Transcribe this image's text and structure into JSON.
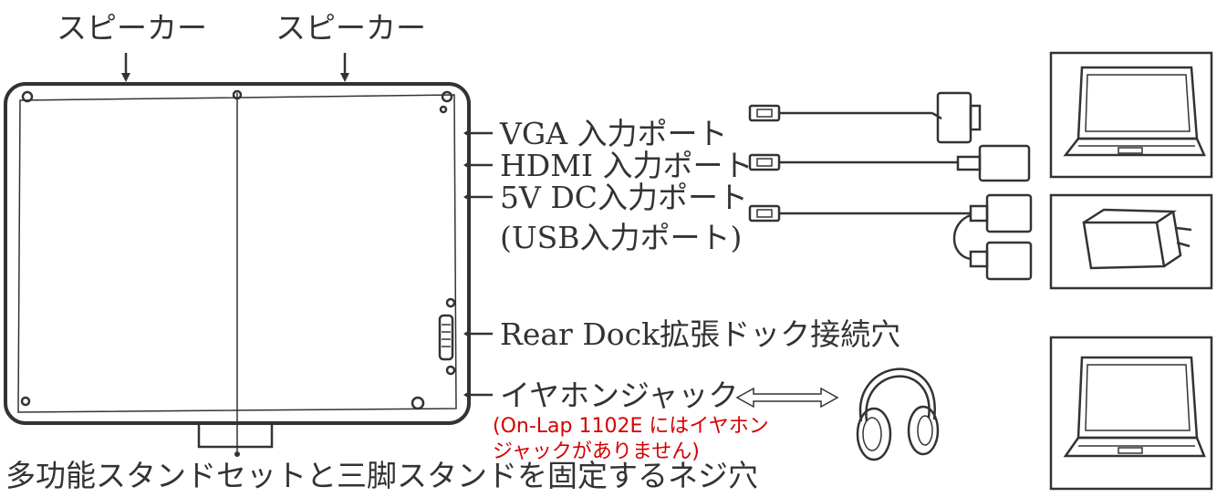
{
  "labels": {
    "speaker_left": "スピーカー",
    "speaker_right": "スピーカー",
    "vga_port": "VGA 入力ポート",
    "hdmi_port": "HDMI 入力ポート",
    "dc_port": "5V DC入力ポート",
    "usb_port": "(USB入力ポート)",
    "rear_dock": "Rear Dock拡張ドック接続穴",
    "earphone_jack": "イヤホンジャック",
    "tripod_screw": "多功能スタンドセットと三脚スタンドを固定するネジ穴"
  },
  "note": {
    "line1": "(On-Lap 1102E にはイヤホン",
    "line2": "ジャックがありません)",
    "color": "#d40000"
  },
  "colors": {
    "line": "#333333",
    "background": "#ffffff"
  }
}
